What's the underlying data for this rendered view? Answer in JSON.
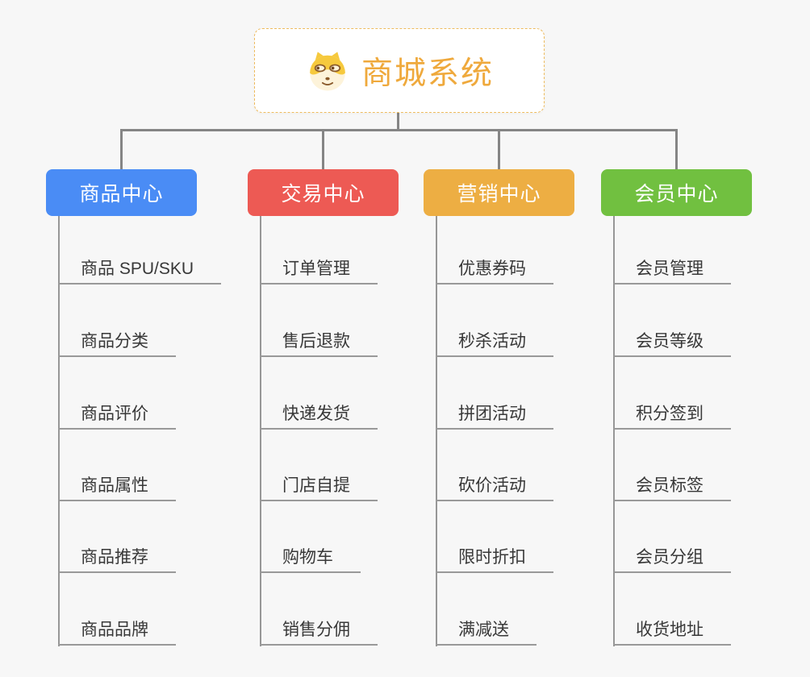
{
  "root": {
    "title": "商城系统",
    "icon": "doge-icon"
  },
  "colors": {
    "background": "#f7f7f7",
    "root_border": "#eebb5e",
    "root_title": "#efa93c",
    "connector": "#858585",
    "leaf_line": "#999999",
    "leaf_text": "#383838"
  },
  "branches": [
    {
      "label": "商品中心",
      "color": "#4a8cf5",
      "items": [
        "商品 SPU/SKU",
        "商品分类",
        "商品评价",
        "商品属性",
        "商品推荐",
        "商品品牌"
      ]
    },
    {
      "label": "交易中心",
      "color": "#ed5a54",
      "items": [
        "订单管理",
        "售后退款",
        "快递发货",
        "门店自提",
        "购物车",
        "销售分佣"
      ]
    },
    {
      "label": "营销中心",
      "color": "#edae43",
      "items": [
        "优惠券码",
        "秒杀活动",
        "拼团活动",
        "砍价活动",
        "限时折扣",
        "满减送"
      ]
    },
    {
      "label": "会员中心",
      "color": "#71c040",
      "items": [
        "会员管理",
        "会员等级",
        "积分签到",
        "会员标签",
        "会员分组",
        "收货地址"
      ]
    }
  ]
}
